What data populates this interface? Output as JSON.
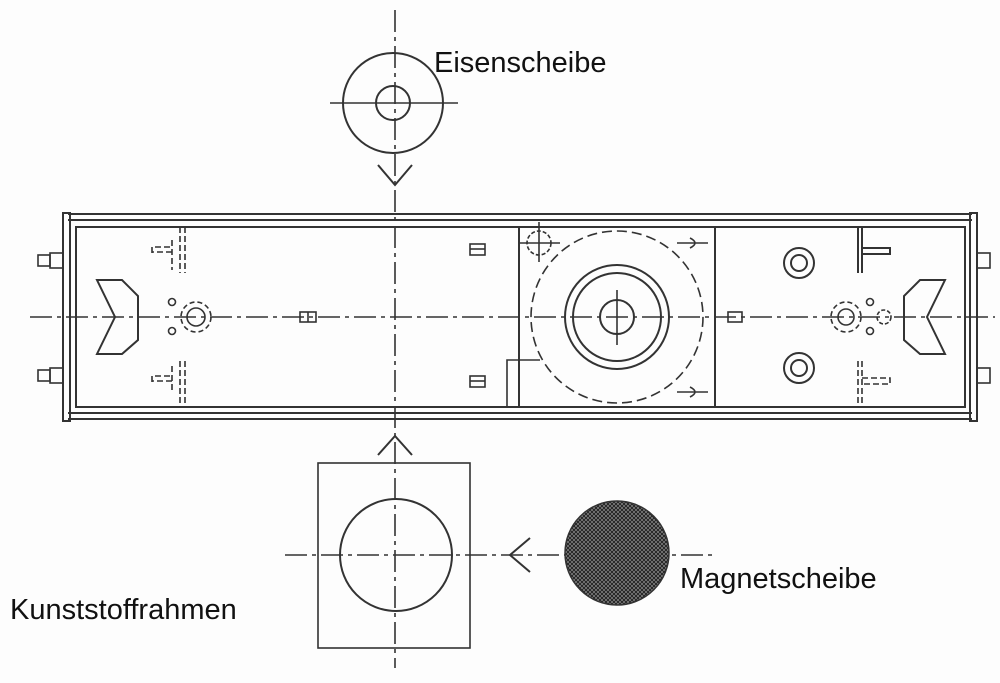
{
  "labels": {
    "iron_disc": "Eisenscheibe",
    "plastic_frame": "Kunststoffrahmen",
    "magnet_disc": "Magnetscheibe"
  },
  "colors": {
    "line": "#333333",
    "background": "#fdfdfd"
  }
}
